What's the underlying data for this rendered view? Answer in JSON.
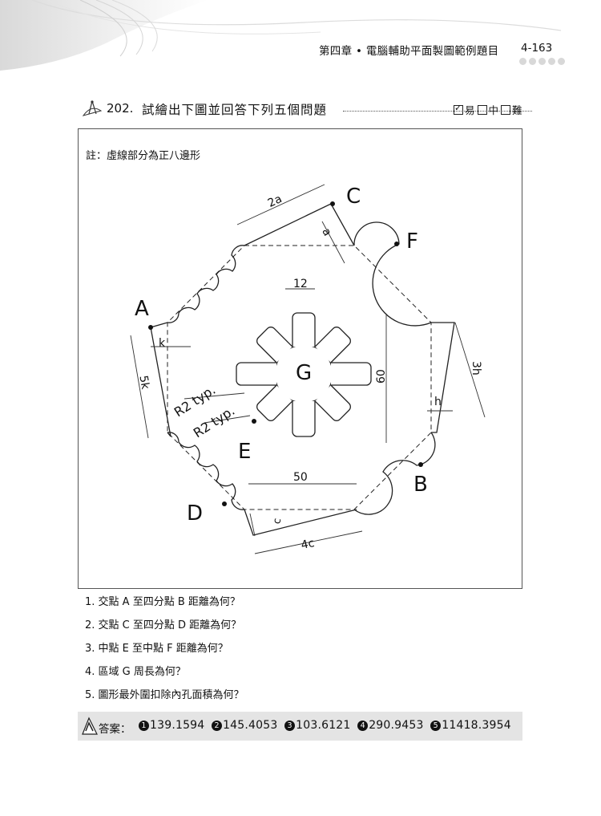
{
  "header": {
    "chapter_title": "第四章 • 電腦輔助平面製圖範例題目",
    "page_number": "4-163"
  },
  "question": {
    "number": "202.",
    "title": "試繪出下圖並回答下列五個問題",
    "difficulty": [
      {
        "label": "易",
        "checked": true
      },
      {
        "label": "中",
        "checked": false
      },
      {
        "label": "難",
        "checked": false
      }
    ]
  },
  "figure": {
    "note": "註：虛線部分為正八邊形",
    "labels": {
      "A": "A",
      "B": "B",
      "C": "C",
      "D": "D",
      "E": "E",
      "F": "F",
      "G": "G"
    },
    "dimensions": {
      "two_a": "2a",
      "a": "a",
      "twelve": "12",
      "sixty": "60",
      "three_h": "3h",
      "h": "h",
      "k": "k",
      "five_k": "5k",
      "fifty": "50",
      "c": "c",
      "four_c": "4c",
      "r2_typ_1": "R2 typ.",
      "r2_typ_2": "R2 typ."
    }
  },
  "questions": [
    "1. 交點 A 至四分點 B 距離為何？",
    "2. 交點 C 至四分點 D 距離為何？",
    "3. 中點 E 至中點 F 距離為何？",
    "4. 區域 G 周長為何？",
    "5. 圖形最外圍扣除內孔面積為何？"
  ],
  "answer": {
    "label": "答案：",
    "values": [
      {
        "num": "1",
        "value": "139.1594"
      },
      {
        "num": "2",
        "value": "145.4053"
      },
      {
        "num": "3",
        "value": "103.6121"
      },
      {
        "num": "4",
        "value": "290.9453"
      },
      {
        "num": "5",
        "value": "11418.3954"
      }
    ]
  }
}
